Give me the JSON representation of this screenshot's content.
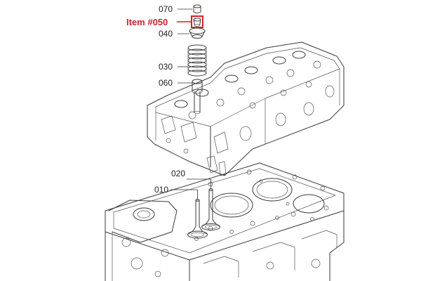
{
  "diagram": {
    "highlight": {
      "label": "Item #050",
      "color": "#d61f26"
    },
    "part_labels": {
      "p070": "070",
      "p040": "040",
      "p030": "030",
      "p060": "060",
      "p020": "020",
      "p010": "010"
    },
    "line_color": "#3a3a3a"
  }
}
